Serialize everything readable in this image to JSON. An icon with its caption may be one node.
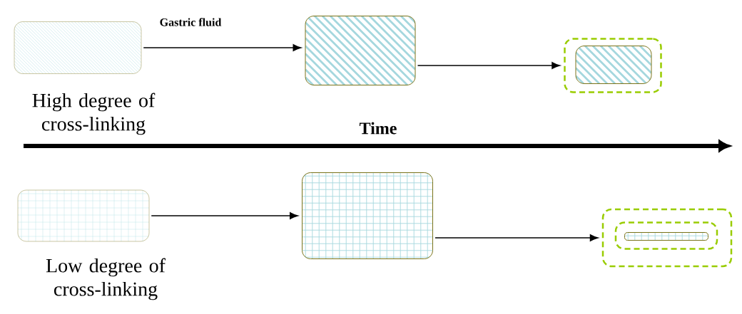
{
  "diagram": {
    "nodes": [
      {
        "text": [],
        "shape": "box",
        "beside": [
          "High degree of cross-linking"
        ]
      },
      {
        "text": [],
        "shape": "box"
      },
      {
        "text": [],
        "shape": "box"
      },
      {
        "text": [],
        "shape": "box",
        "in": 2
      },
      {
        "text": [],
        "shape": "box",
        "beside": [
          "Low degree of cross-linking"
        ]
      },
      {
        "text": [],
        "shape": "box"
      },
      {
        "text": [],
        "shape": "box"
      },
      {
        "text": [],
        "shape": "box",
        "in": 6
      },
      {
        "text": [],
        "shape": "box",
        "in": 7
      }
    ],
    "edges": [
      {
        "from": 0,
        "to": 1,
        "arrow": "to",
        "label": "Gastric fluid"
      },
      {
        "from": 1,
        "to": 2,
        "arrow": "to"
      },
      {
        "from": 4,
        "to": 5,
        "arrow": "to"
      },
      {
        "from": 5,
        "to": 6,
        "arrow": "to"
      }
    ],
    "labels": [
      "Time"
    ]
  }
}
